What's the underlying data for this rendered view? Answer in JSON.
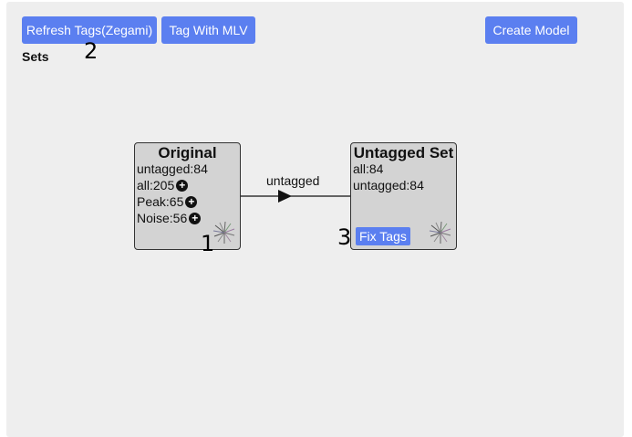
{
  "toolbar": {
    "refresh_label": "Refresh Tags(Zegami)",
    "mlv_label": "Tag With MLV",
    "create_label": "Create Model"
  },
  "sets_heading": "Sets",
  "markers": [
    "1",
    "2",
    "3"
  ],
  "nodes": {
    "original": {
      "title": "Original",
      "rows": [
        "untagged:84",
        "all:205",
        "Peak:65",
        "Noise:56"
      ]
    },
    "untagged": {
      "title": "Untagged Set",
      "rows": [
        "all:84",
        "untagged:84"
      ],
      "fix_label": "Fix Tags"
    }
  },
  "edge": {
    "label": "untagged"
  },
  "icons": {
    "add": "plus-circle-icon",
    "view": "fan-thumbnail-icon"
  },
  "colors": {
    "button": "#5b7ff0",
    "panel": "#eeeeee",
    "node": "#d3d3d3"
  }
}
